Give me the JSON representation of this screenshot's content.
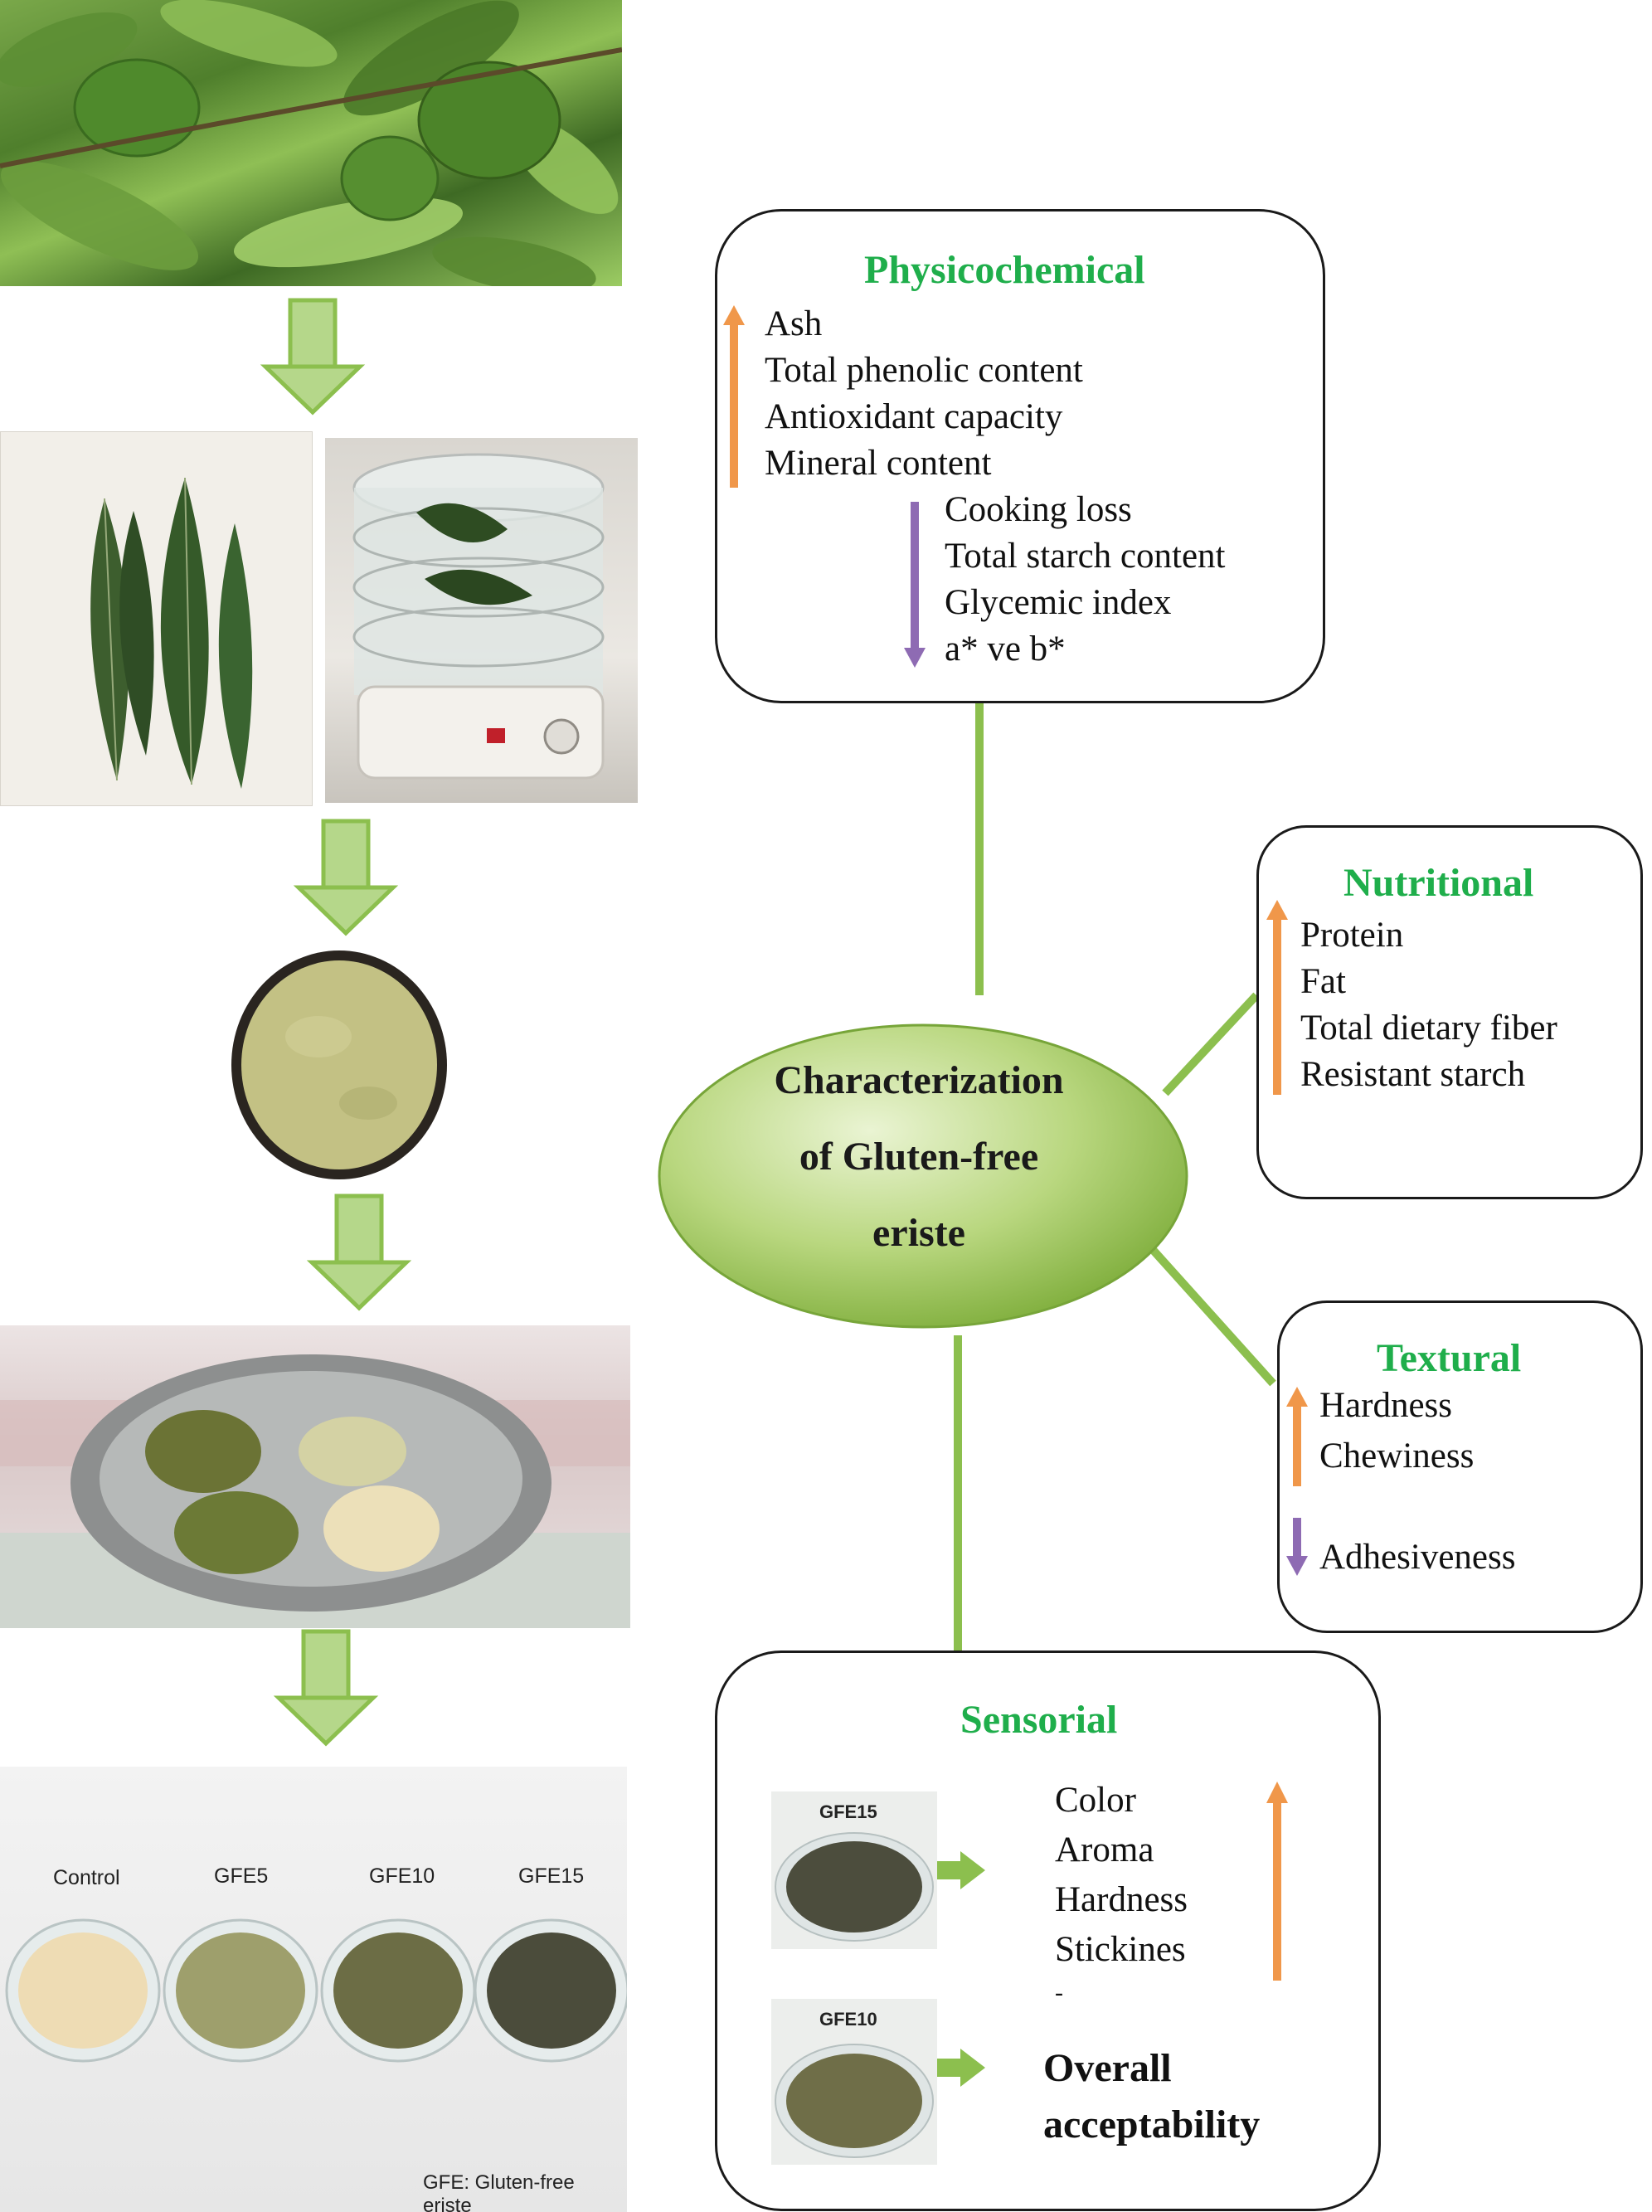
{
  "physicochemical": {
    "title": "Physicochemical",
    "increase": [
      "Ash",
      "Total phenolic content",
      "Antioxidant capacity",
      "Mineral content"
    ],
    "decrease": [
      "Cooking loss",
      "Total starch content",
      "Glycemic index",
      "a* ve b*"
    ]
  },
  "nutritional": {
    "title": "Nutritional",
    "increase": [
      "Protein",
      "Fat",
      "Total dietary fiber",
      "Resistant starch"
    ]
  },
  "textural": {
    "title": "Textural",
    "increase": [
      "Hardness",
      "Chewiness"
    ],
    "decrease": [
      "Adhesiveness"
    ]
  },
  "center": {
    "line1": "Characterization",
    "line2": "of Gluten-free",
    "line3": "eriste"
  },
  "sensorial": {
    "title": "Sensorial",
    "sample1_label": "GFE15",
    "sample2_label": "GFE10",
    "increase": [
      "Color",
      "Aroma",
      "Hardness",
      "Stickines"
    ],
    "dash": "-",
    "overall_line1": "Overall",
    "overall_line2": "acceptability"
  },
  "pasta_photo": {
    "labels": [
      "Control",
      "GFE5",
      "GFE10",
      "GFE15"
    ],
    "caption": "GFE: Gluten-free eriste"
  },
  "colors": {
    "increase_arrow": "#f0974a",
    "decrease_arrow": "#8e6bb3",
    "title_green": "#1fae4b",
    "connector_green": "#8cbf4e",
    "flow_arrow": "#8cbf4e"
  }
}
